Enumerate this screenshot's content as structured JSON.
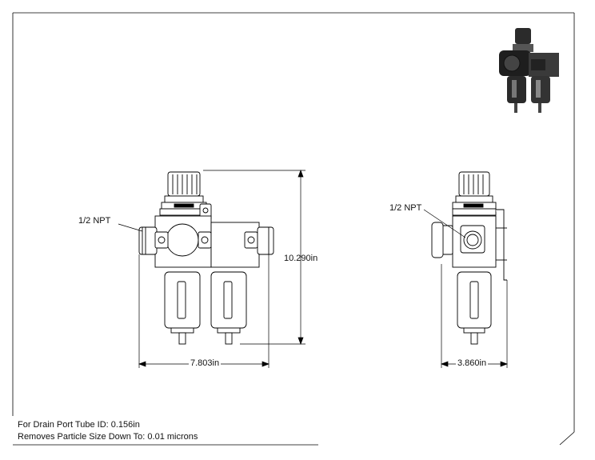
{
  "drawing": {
    "front_view": {
      "port_label": "1/2 NPT",
      "height_dim": "10.290in",
      "width_dim": "7.803in"
    },
    "side_view": {
      "port_label": "1/2 NPT",
      "width_dim": "3.860in"
    }
  },
  "notes": [
    "For Drain Port Tube ID: 0.156in",
    "Removes Particle Size Down To: 0.01 microns"
  ]
}
